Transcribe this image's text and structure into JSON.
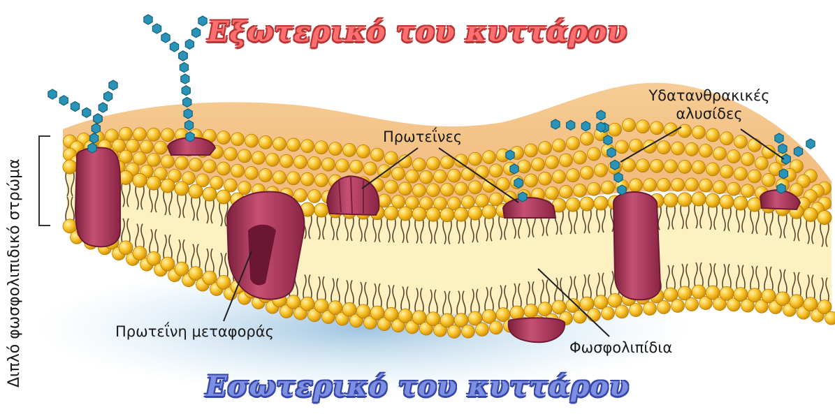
{
  "title_outside": "Εξωτερικό του κυττάρου",
  "title_inside": "Εσωτερικό του κυττάρου",
  "side_label": "Διπλό φωσφολιπιδικό στρώμα",
  "labels": {
    "proteins": "Πρωτεΐνες",
    "carbohydrate_chains_line1": "Υδατανθρακικές",
    "carbohydrate_chains_line2": "αλυσίδες",
    "transport_protein": "Πρωτεΐνη μεταφοράς",
    "phospholipids": "Φωσφολιπίδια"
  },
  "colors": {
    "lipid_head": "#f5b91f",
    "lipid_head_highlight": "#ffe98a",
    "lipid_tail": "#5a4630",
    "membrane_top": "#f3c086",
    "membrane_core": "#fdf1c2",
    "protein": "#b53d62",
    "protein_dark": "#7c1f3d",
    "sugar": "#2a93b8",
    "title_outside": "#ff6f6f",
    "title_inside": "#7d8fe0"
  }
}
